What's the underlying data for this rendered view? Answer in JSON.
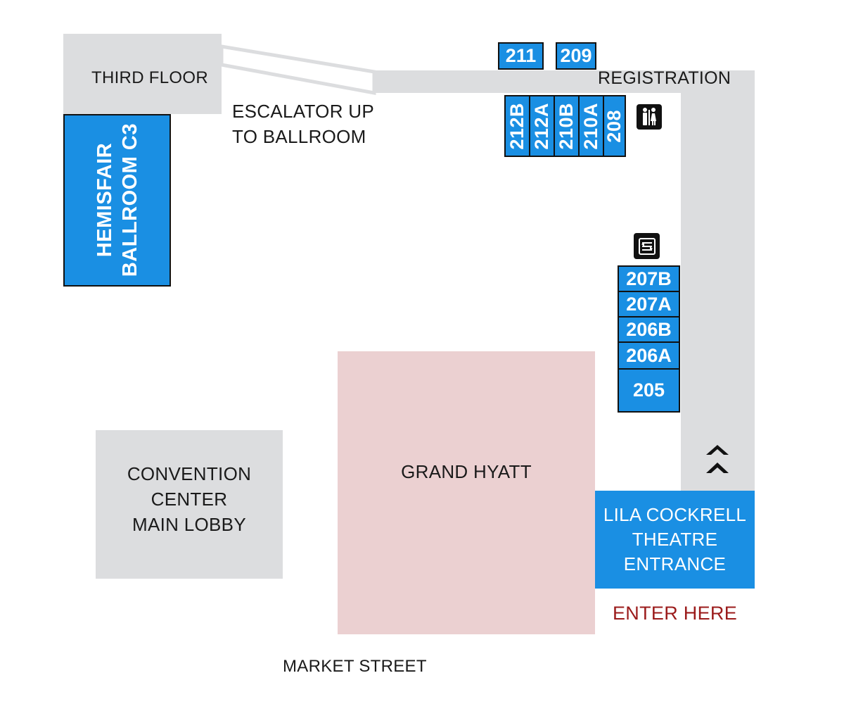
{
  "map": {
    "third_floor": "THIRD FLOOR",
    "escalator": [
      "ESCALATOR UP",
      "TO BALLROOM"
    ],
    "registration": "REGISTRATION",
    "ballroom": [
      "HEMISFAIR",
      "BALLROOM C3"
    ],
    "convention_center": [
      "CONVENTION",
      "CENTER",
      "MAIN LOBBY"
    ],
    "grand_hyatt": "GRAND HYATT",
    "theatre": [
      "LILA COCKRELL",
      "THEATRE",
      "ENTRANCE"
    ],
    "enter_here": "ENTER HERE",
    "market_street": "MARKET STREET",
    "top_rooms": [
      "211",
      "209"
    ],
    "vertical_rooms": [
      "212B",
      "212A",
      "210B",
      "210A",
      "208"
    ],
    "side_rooms": [
      "207B",
      "207A",
      "206B",
      "206A",
      "205"
    ],
    "icons": {
      "restroom": "restroom-icon",
      "escalator": "escalator-icon",
      "direction": "up-chevrons-icon"
    },
    "colors": {
      "room_blue": "#1a8fe3",
      "corridor_gray": "#dcdddf",
      "hotel_pink": "#ebd0d1",
      "enter_red": "#9b1b1b"
    }
  }
}
